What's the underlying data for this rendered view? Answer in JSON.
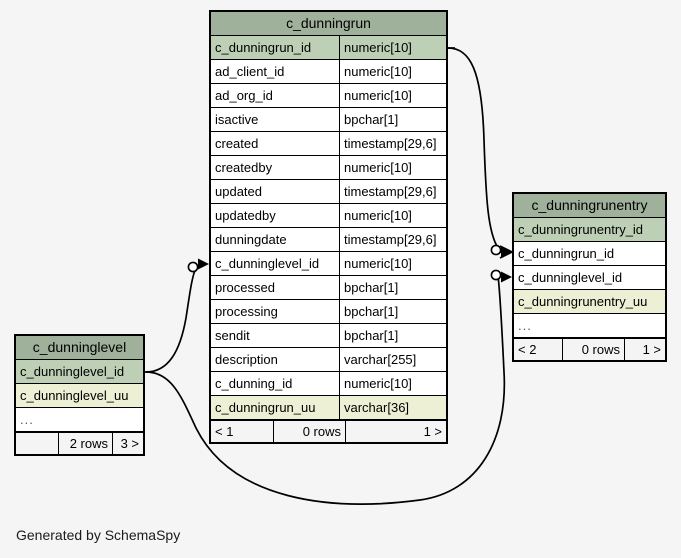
{
  "diagram": {
    "type": "entity-relationship-diagram",
    "generator_note": "Generated by SchemaSpy",
    "background_color": "#f5f5f5",
    "header_color": "#9fb09b",
    "primary_key_color": "#bdcfb4",
    "unique_key_color": "#eef0d5"
  },
  "tables": {
    "dunningrun": {
      "title": "c_dunningrun",
      "columns": [
        {
          "name": "c_dunningrun_id",
          "type": "numeric[10]",
          "style": "pk"
        },
        {
          "name": "ad_client_id",
          "type": "numeric[10]",
          "style": "plain"
        },
        {
          "name": "ad_org_id",
          "type": "numeric[10]",
          "style": "plain"
        },
        {
          "name": "isactive",
          "type": "bpchar[1]",
          "style": "plain"
        },
        {
          "name": "created",
          "type": "timestamp[29,6]",
          "style": "plain"
        },
        {
          "name": "createdby",
          "type": "numeric[10]",
          "style": "plain"
        },
        {
          "name": "updated",
          "type": "timestamp[29,6]",
          "style": "plain"
        },
        {
          "name": "updatedby",
          "type": "numeric[10]",
          "style": "plain"
        },
        {
          "name": "dunningdate",
          "type": "timestamp[29,6]",
          "style": "plain"
        },
        {
          "name": "c_dunninglevel_id",
          "type": "numeric[10]",
          "style": "plain"
        },
        {
          "name": "processed",
          "type": "bpchar[1]",
          "style": "plain"
        },
        {
          "name": "processing",
          "type": "bpchar[1]",
          "style": "plain"
        },
        {
          "name": "sendit",
          "type": "bpchar[1]",
          "style": "plain"
        },
        {
          "name": "description",
          "type": "varchar[255]",
          "style": "plain"
        },
        {
          "name": "c_dunning_id",
          "type": "numeric[10]",
          "style": "plain"
        },
        {
          "name": "c_dunningrun_uu",
          "type": "varchar[36]",
          "style": "uu"
        }
      ],
      "footer": {
        "left": "< 1",
        "center": "0 rows",
        "right": "1 >"
      }
    },
    "dunningrunentry": {
      "title": "c_dunningrunentry",
      "columns": [
        {
          "name": "c_dunningrunentry_id",
          "style": "pk"
        },
        {
          "name": "c_dunningrun_id",
          "style": "plain"
        },
        {
          "name": "c_dunninglevel_id",
          "style": "plain"
        },
        {
          "name": "c_dunningrunentry_uu",
          "style": "uu"
        },
        {
          "name": "...",
          "style": "plain"
        }
      ],
      "footer": {
        "left": "< 2",
        "center": "0 rows",
        "right": "1 >"
      }
    },
    "dunninglevel": {
      "title": "c_dunninglevel",
      "columns": [
        {
          "name": "c_dunninglevel_id",
          "style": "pk"
        },
        {
          "name": "c_dunninglevel_uu",
          "style": "uu"
        },
        {
          "name": "...",
          "style": "plain"
        }
      ],
      "footer": {
        "left": "",
        "center": "2 rows",
        "right": "3 >"
      }
    }
  },
  "relationships": [
    {
      "name": "dunningrun-to-dunningrunentry",
      "from_table": "c_dunningrun",
      "from_column": "c_dunningrun_id",
      "to_table": "c_dunningrunentry",
      "to_column": "c_dunningrun_id",
      "cardinality": "zero-or-many"
    },
    {
      "name": "dunninglevel-to-dunningrun",
      "from_table": "c_dunninglevel",
      "from_column": "c_dunninglevel_id",
      "to_table": "c_dunningrun",
      "to_column": "c_dunninglevel_id",
      "cardinality": "zero-or-many"
    },
    {
      "name": "dunninglevel-to-dunningrunentry",
      "from_table": "c_dunninglevel",
      "from_column": "c_dunninglevel_id",
      "to_table": "c_dunningrunentry",
      "to_column": "c_dunninglevel_id",
      "cardinality": "zero-or-many"
    }
  ]
}
